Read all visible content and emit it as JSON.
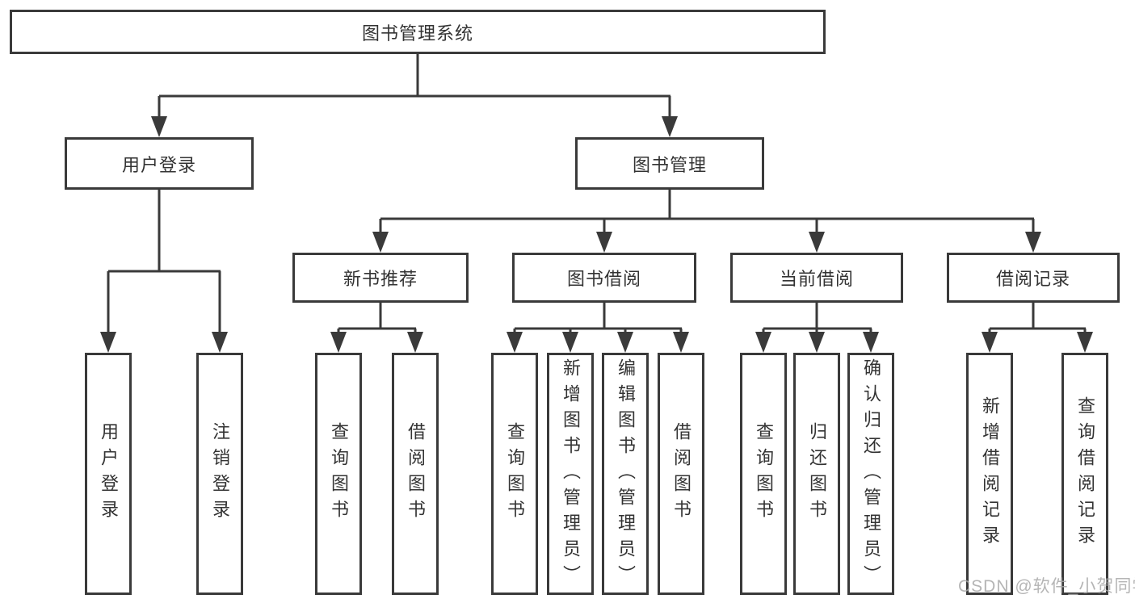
{
  "root": {
    "label": "图书管理系统"
  },
  "user_login": {
    "label": "用户登录",
    "children": [
      {
        "label": "用户登录"
      },
      {
        "label": "注销登录"
      }
    ]
  },
  "book_management": {
    "label": "图书管理",
    "sections": [
      {
        "label": "新书推荐",
        "children": [
          {
            "label": "查询图书"
          },
          {
            "label": "借阅图书"
          }
        ]
      },
      {
        "label": "图书借阅",
        "children": [
          {
            "label": "查询图书"
          },
          {
            "label": "新增图书（管理员）"
          },
          {
            "label": "编辑图书（管理员）"
          },
          {
            "label": "借阅图书"
          }
        ]
      },
      {
        "label": "当前借阅",
        "children": [
          {
            "label": "查询图书"
          },
          {
            "label": "归还图书"
          },
          {
            "label": "确认归还（管理员）"
          }
        ]
      },
      {
        "label": "借阅记录",
        "children": [
          {
            "label": "新增借阅记录"
          },
          {
            "label": "查询借阅记录"
          }
        ]
      }
    ]
  },
  "watermark": "CSDN @软件_小贺同学",
  "colors": {
    "line": "#3a3a3a",
    "box_border": "#3a3a3a",
    "box_background": "#ffffff",
    "text": "#333333",
    "watermark": "#a8a8a8",
    "page_background": "#ffffff"
  }
}
